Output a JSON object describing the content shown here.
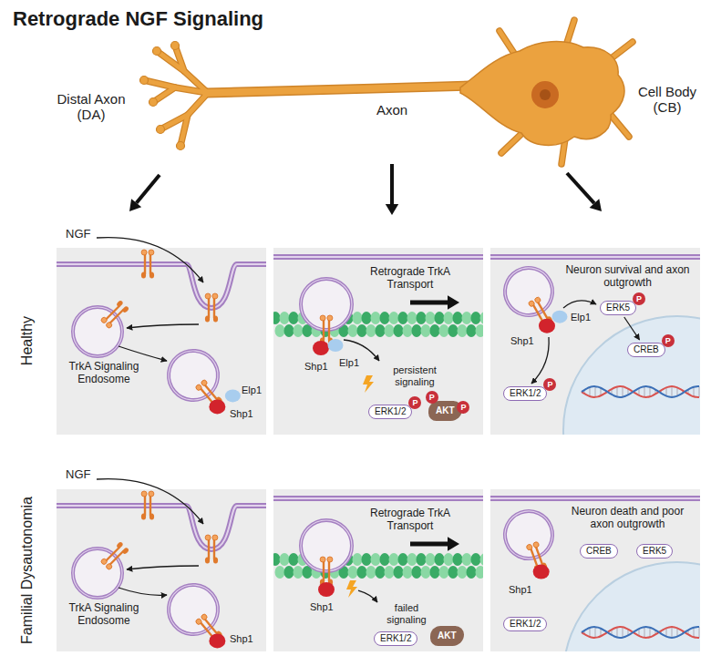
{
  "diagram": {
    "title": "Retrograde NGF Signaling",
    "nodes": [
      {
        "text": [
          "TrkA Signaling Endosome",
          "Elp1",
          "Shp1"
        ]
      },
      {
        "text": [
          "Retrograde TrkA Transport",
          "Shp1",
          "Elp1",
          "persistent signaling"
        ]
      },
      {
        "text": [
          "ERK1/2"
        ],
        "in": 1
      },
      {
        "text": [
          "P"
        ],
        "in": 1
      },
      {
        "text": [
          "AKT"
        ],
        "in": 1
      },
      {
        "text": [
          "P"
        ],
        "in": 1
      },
      {
        "text": [
          "P"
        ],
        "in": 1
      },
      {
        "text": [
          "Neuron survival and axon outgrowth",
          "Elp1",
          "Shp1"
        ]
      },
      {
        "text": [
          "ERK5"
        ],
        "in": 7
      },
      {
        "text": [
          "P"
        ],
        "in": 7
      },
      {
        "text": [
          "CREB"
        ],
        "in": 7
      },
      {
        "text": [
          "P"
        ],
        "in": 7
      },
      {
        "text": [
          "ERK1/2"
        ],
        "in": 7
      },
      {
        "text": [
          "P"
        ],
        "in": 7
      },
      {
        "text": [
          "TrkA Signaling Endosome",
          "Shp1"
        ]
      },
      {
        "text": [
          "Retrograde TrkA Transport",
          "Shp1",
          "failed signaling"
        ]
      },
      {
        "text": [
          "ERK1/2"
        ],
        "in": 15
      },
      {
        "text": [
          "AKT"
        ],
        "in": 15
      },
      {
        "text": [
          "Neuron death and poor axon outgrowth",
          "Shp1"
        ]
      },
      {
        "text": [
          "CREB"
        ],
        "in": 18
      },
      {
        "text": [
          "ERK5"
        ],
        "in": 18
      },
      {
        "text": [
          "ERK1/2"
        ],
        "in": 18
      }
    ],
    "edges": [
      {
        "from": 8,
        "to": 10,
        "arrow": "to"
      }
    ],
    "labels": [
      "Distal Axon (DA)",
      "Axon",
      "Cell Body (CB)",
      "Healthy",
      "NGF",
      "Familial Dysautonomia",
      "NGF"
    ]
  }
}
